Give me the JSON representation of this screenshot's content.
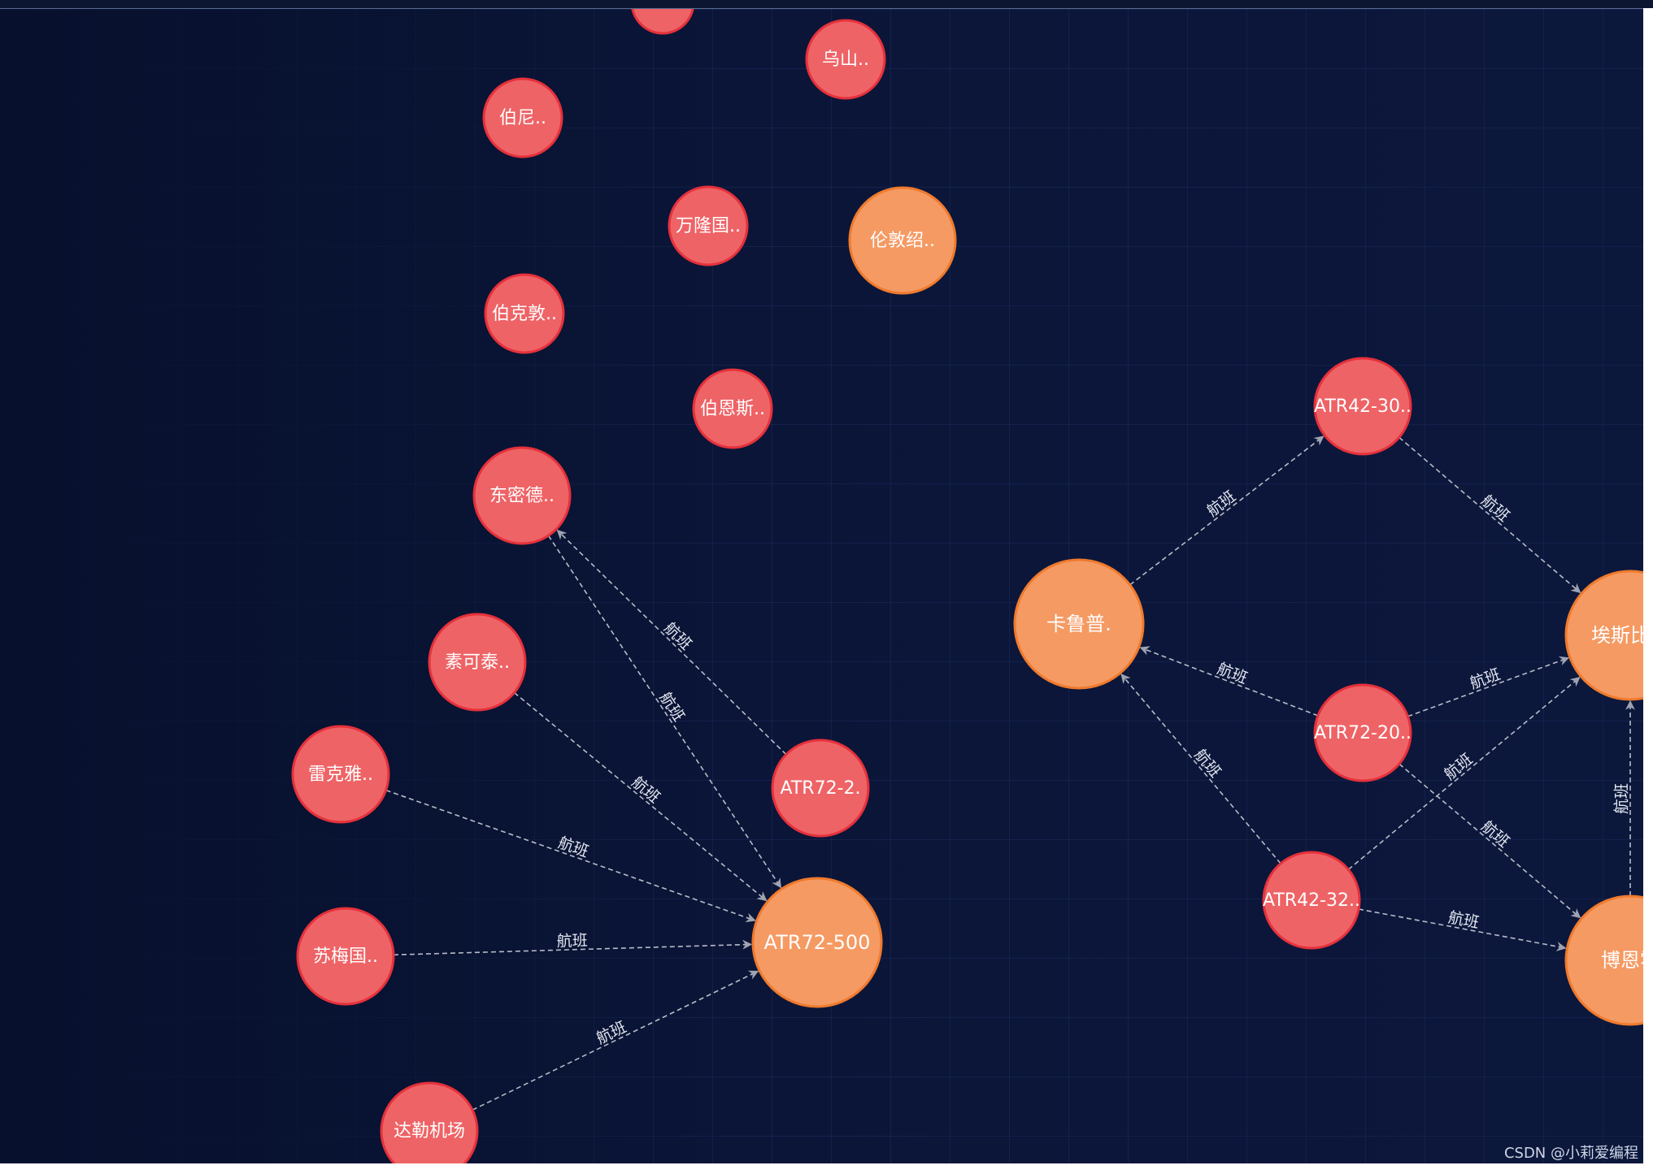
{
  "colors": {
    "background": "#0b1538",
    "grid": "#304e8c",
    "red_node_fill": "#ee6366",
    "red_node_border": "#e5313b",
    "orange_node_fill": "#f59a63",
    "orange_node_border": "#ef7a2d",
    "edge": "#b8bcc8",
    "arrow": "#9ea3b1",
    "label": "#ffffff"
  },
  "nodes": [
    {
      "id": "n_top",
      "label": "",
      "kind": "red"
    },
    {
      "id": "n_wushan",
      "label": "乌山..",
      "kind": "red"
    },
    {
      "id": "n_boni",
      "label": "伯尼..",
      "kind": "red"
    },
    {
      "id": "n_wanlong",
      "label": "万隆国..",
      "kind": "red"
    },
    {
      "id": "n_lundun",
      "label": "伦敦绍..",
      "kind": "orange"
    },
    {
      "id": "n_bokedun",
      "label": "伯克敦..",
      "kind": "red"
    },
    {
      "id": "n_boens",
      "label": "伯恩斯..",
      "kind": "red"
    },
    {
      "id": "n_dongmi",
      "label": "东密德..",
      "kind": "red"
    },
    {
      "id": "n_sukotai",
      "label": "素可泰..",
      "kind": "red"
    },
    {
      "id": "n_leikeya",
      "label": "雷克雅..",
      "kind": "red"
    },
    {
      "id": "n_sumei",
      "label": "苏梅国..",
      "kind": "red"
    },
    {
      "id": "n_dale",
      "label": "达勒机场",
      "kind": "red"
    },
    {
      "id": "n_atr72_2",
      "label": "ATR72-2.",
      "kind": "red"
    },
    {
      "id": "n_atr72_500",
      "label": "ATR72-500",
      "kind": "orange"
    },
    {
      "id": "n_kalupu",
      "label": "卡鲁普.",
      "kind": "orange"
    },
    {
      "id": "n_atr42_30",
      "label": "ATR42-30..",
      "kind": "red"
    },
    {
      "id": "n_atr72_20",
      "label": "ATR72-20..",
      "kind": "red"
    },
    {
      "id": "n_atr42_32",
      "label": "ATR42-32..",
      "kind": "red"
    },
    {
      "id": "n_aisi",
      "label": "埃斯比约",
      "kind": "orange"
    },
    {
      "id": "n_boen",
      "label": "博恩霍",
      "kind": "orange"
    }
  ],
  "edges": [
    {
      "from": "n_atr72_2",
      "to": "n_dongmi",
      "label": "航班"
    },
    {
      "from": "n_dongmi",
      "to": "n_atr72_500",
      "label": "航班"
    },
    {
      "from": "n_sukotai",
      "to": "n_atr72_500",
      "label": "航班"
    },
    {
      "from": "n_leikeya",
      "to": "n_atr72_500",
      "label": "航班"
    },
    {
      "from": "n_sumei",
      "to": "n_atr72_500",
      "label": "航班"
    },
    {
      "from": "n_dale",
      "to": "n_atr72_500",
      "label": "航班"
    },
    {
      "from": "n_kalupu",
      "to": "n_atr42_30",
      "label": "航班"
    },
    {
      "from": "n_atr42_30",
      "to": "n_aisi",
      "label": "航班"
    },
    {
      "from": "n_atr72_20",
      "to": "n_kalupu",
      "label": "航班"
    },
    {
      "from": "n_atr72_20",
      "to": "n_aisi",
      "label": "航班"
    },
    {
      "from": "n_atr72_20",
      "to": "n_boen",
      "label": "航班"
    },
    {
      "from": "n_atr42_32",
      "to": "n_kalupu",
      "label": "航班"
    },
    {
      "from": "n_atr42_32",
      "to": "n_aisi",
      "label": "航班"
    },
    {
      "from": "n_atr42_32",
      "to": "n_boen",
      "label": "航班"
    },
    {
      "from": "n_boen",
      "to": "n_aisi",
      "label": "航班"
    }
  ],
  "watermark": "CSDN @小莉爱编程"
}
